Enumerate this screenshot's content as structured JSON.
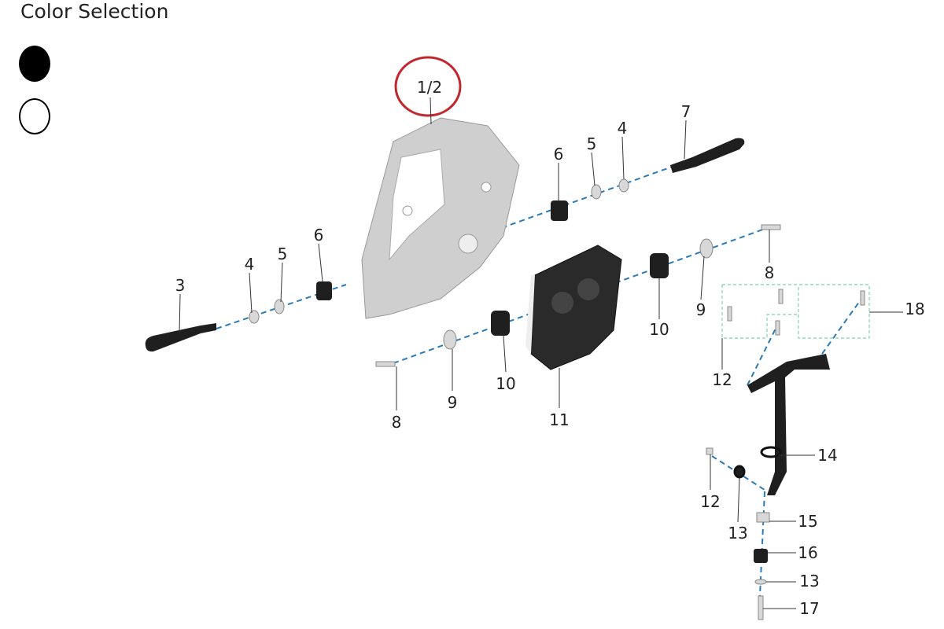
{
  "header": {
    "title": "Color Selection"
  },
  "color_options": [
    {
      "name": "black",
      "color": "#000000",
      "selected": true
    },
    {
      "name": "white",
      "color": "#ffffff",
      "selected": false
    }
  ],
  "highlight_color": "#c0282d",
  "axis_color": "#2a7ab8",
  "callouts": {
    "c1": "1/2",
    "c3": "3",
    "c4a": "4",
    "c5a": "5",
    "c6a": "6",
    "c6b": "6",
    "c5b": "5",
    "c4b": "4",
    "c7": "7",
    "c8a": "8",
    "c9a": "9",
    "c10a": "10",
    "c18": "18",
    "c12a": "12",
    "c8b": "8",
    "c9b": "9",
    "c10b": "10",
    "c11": "11",
    "c14": "14",
    "c12b": "12",
    "c13a": "13",
    "c15": "15",
    "c16": "16",
    "c13b": "13",
    "c17": "17"
  }
}
